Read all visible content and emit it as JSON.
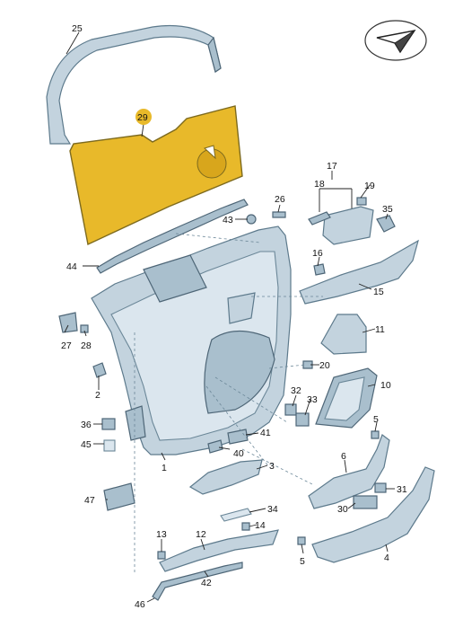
{
  "highlighted_part": "29",
  "colors": {
    "highlight": "#e8b92a",
    "part_fill": "#c3d3de",
    "outline": "#5d7a8c"
  },
  "icons": {
    "north_arrow": "arrow-emblem-icon"
  },
  "callouts": {
    "p1": "1",
    "p2": "2",
    "p3": "3",
    "p4": "4",
    "p5a": "5",
    "p5b": "5",
    "p6": "6",
    "p10": "10",
    "p11": "11",
    "p12": "12",
    "p13": "13",
    "p14": "14",
    "p15": "15",
    "p16": "16",
    "p17": "17",
    "p18": "18",
    "p19": "19",
    "p20": "20",
    "p25": "25",
    "p26": "26",
    "p27": "27",
    "p28": "28",
    "p29": "29",
    "p30": "30",
    "p31": "31",
    "p32": "32",
    "p33": "33",
    "p34": "34",
    "p35": "35",
    "p36": "36",
    "p40": "40",
    "p41": "41",
    "p42": "42",
    "p43": "43",
    "p44": "44",
    "p45": "45",
    "p46": "46",
    "p47": "47"
  }
}
